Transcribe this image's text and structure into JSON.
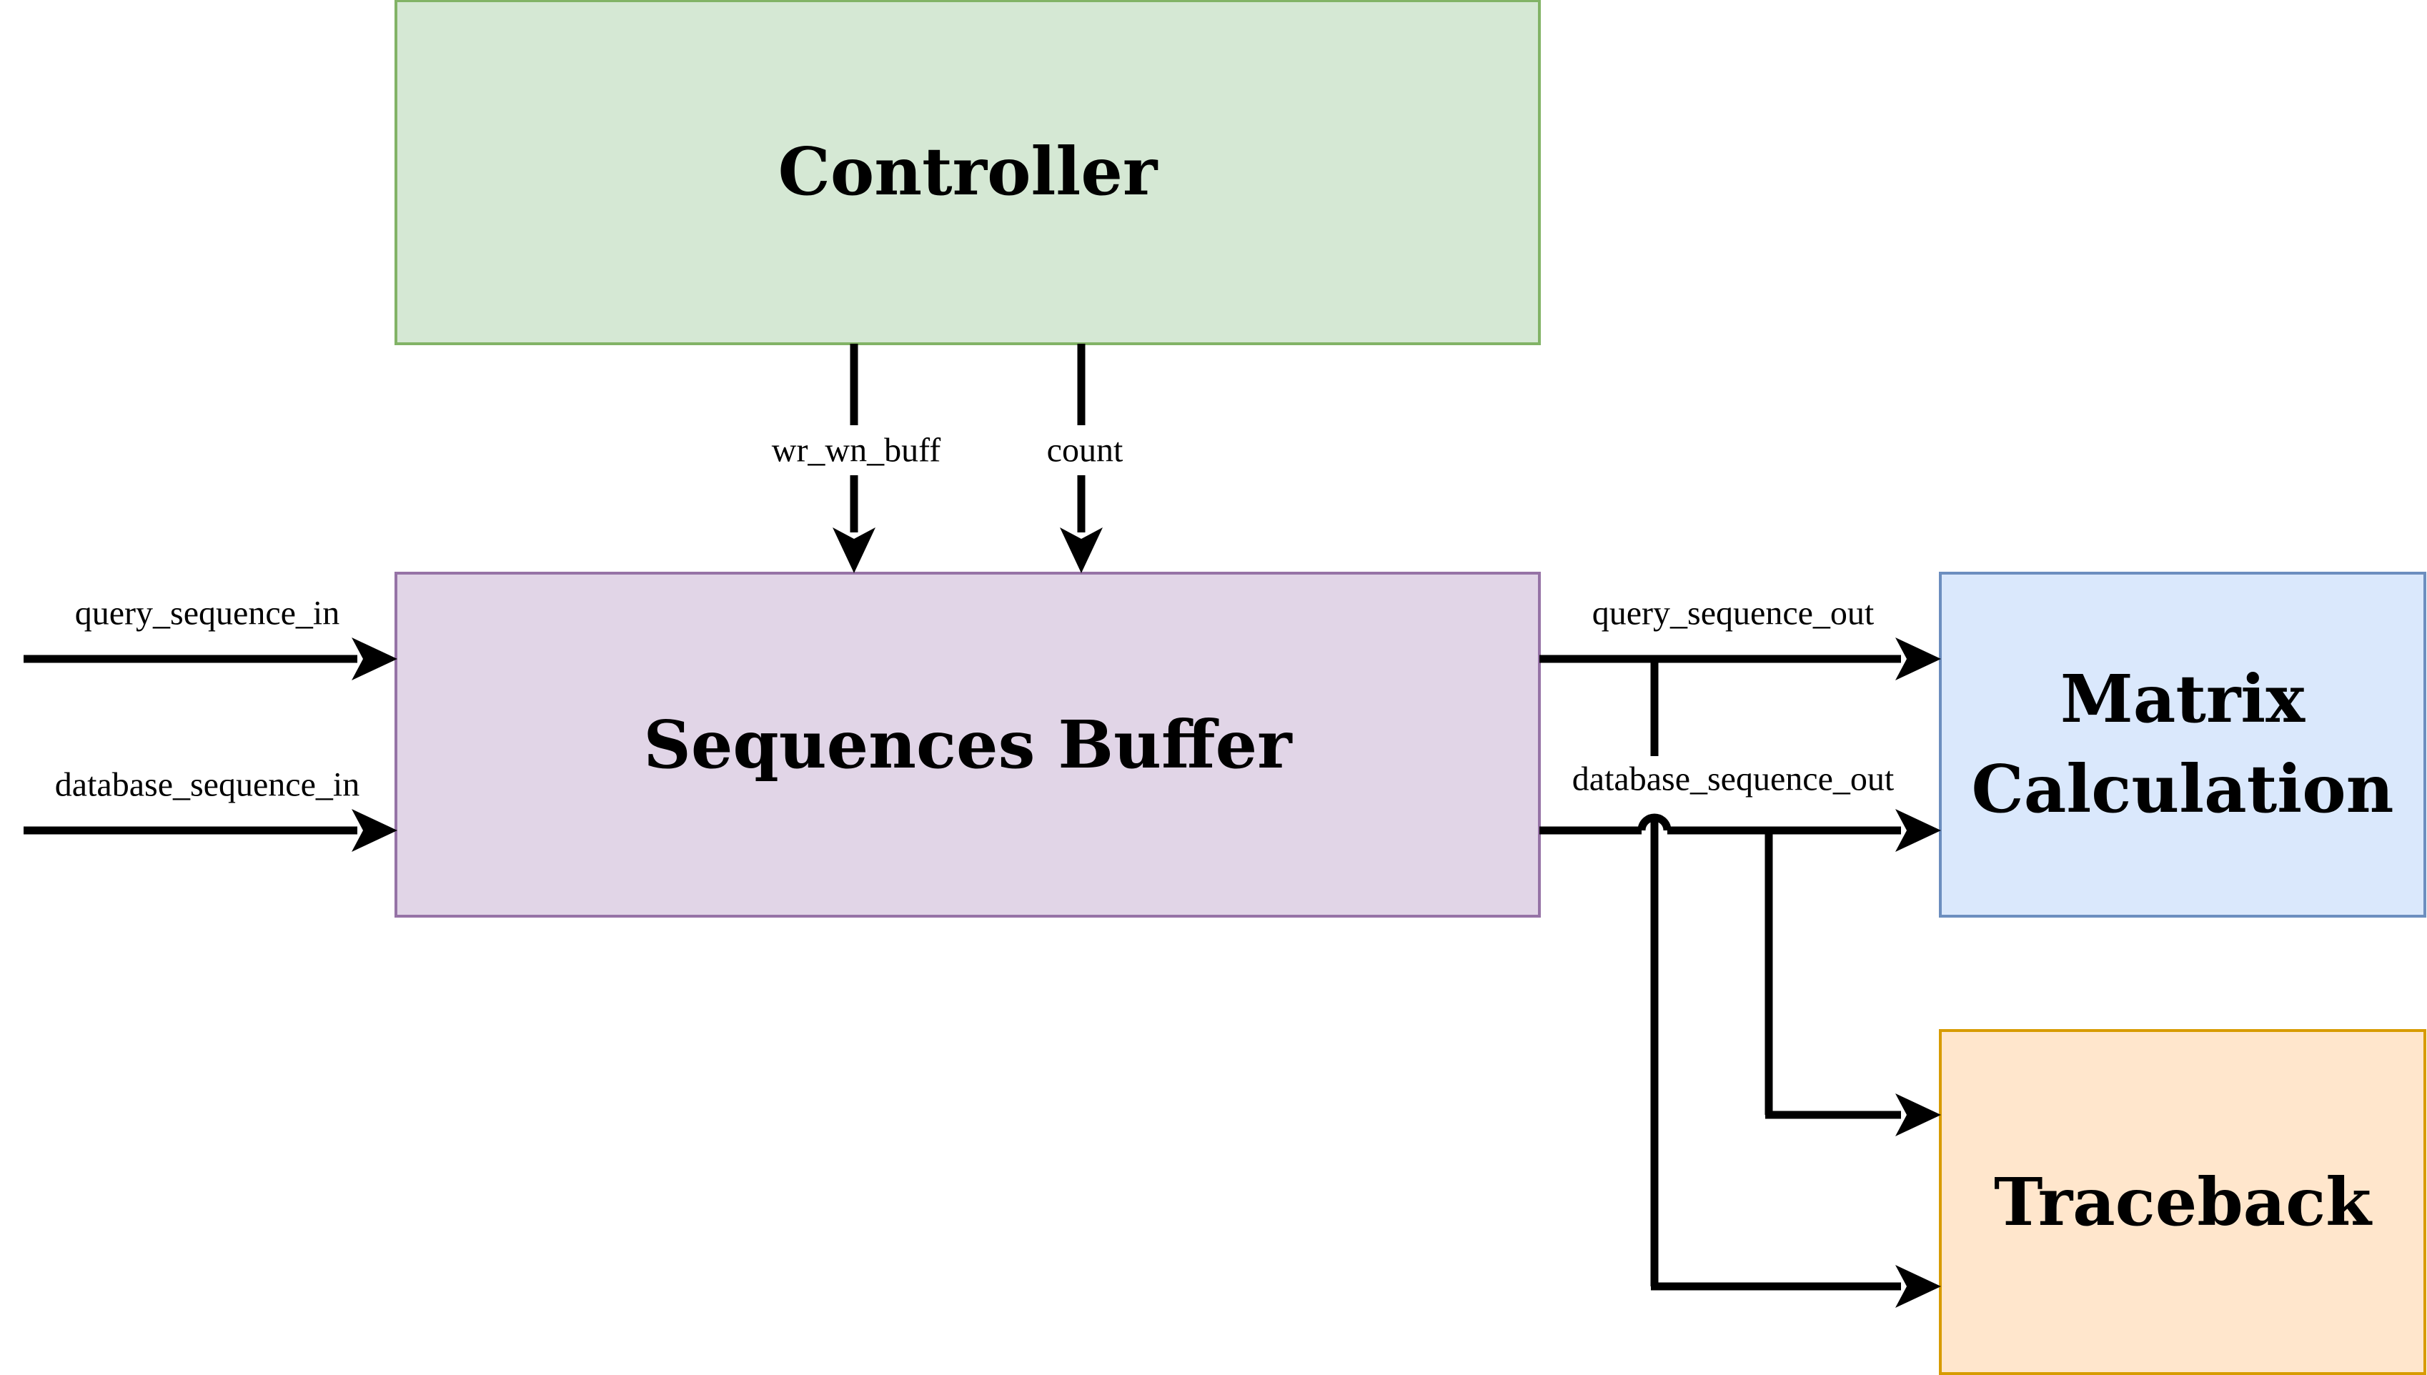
{
  "blocks": {
    "controller": {
      "label": "Controller",
      "fill": "#d5e8d4",
      "stroke": "#82b366"
    },
    "sequences_buffer": {
      "label": "Sequences Buffer",
      "fill": "#e1d5e7",
      "stroke": "#9673a6"
    },
    "matrix_calculation": {
      "label_line1": "Matrix",
      "label_line2": "Calculation",
      "fill": "#dae8fc",
      "stroke": "#6c8ebf"
    },
    "traceback": {
      "label": "Traceback",
      "fill": "#ffe6cc",
      "stroke": "#d79b00"
    }
  },
  "signals": {
    "wr_wn_buff": "wr_wn_buff",
    "count": "count",
    "query_sequence_in": "query_sequence_in",
    "database_sequence_in": "database_sequence_in",
    "query_sequence_out": "query_sequence_out",
    "database_sequence_out": "database_sequence_out"
  },
  "colors": {
    "wire": "#000000"
  }
}
